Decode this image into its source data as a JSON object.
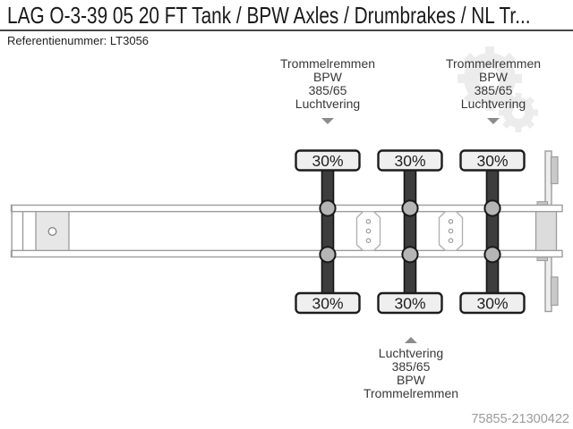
{
  "header": {
    "title": "LAG O-3-39 05 20 FT Tank / BPW Axles / Drumbrakes / NL Tr...",
    "reference_label": "Referentienummer:",
    "reference_value": "LT3056"
  },
  "annotations": {
    "top_left": {
      "lines": [
        "Trommelremmen",
        "BPW",
        "385/65",
        "Luchtvering"
      ],
      "arrow": "down"
    },
    "top_right": {
      "lines": [
        "Trommelremmen",
        "BPW",
        "385/65",
        "Luchtvering"
      ],
      "arrow": "down"
    },
    "bottom": {
      "arrow": "up",
      "lines": [
        "Luchtvering",
        "385/65",
        "BPW",
        "Trommelremmen"
      ]
    }
  },
  "diagram": {
    "type": "trailer-axle-top-view",
    "axle_count": 3,
    "axles": [
      {
        "name": "axle-1",
        "load_front": "30%",
        "load_rear": "30%"
      },
      {
        "name": "axle-2",
        "load_front": "30%",
        "load_rear": "30%"
      },
      {
        "name": "axle-3",
        "load_front": "30%",
        "load_rear": "30%"
      }
    ]
  },
  "footer": {
    "listing_id": "75855-21300422"
  },
  "colors": {
    "title_text": "#1a1a1a",
    "rule": "#474747",
    "annotation_text": "#383838",
    "arrow_gray": "#8c8c8c",
    "chassis_outline": "#9c9c9c",
    "crossmember_outline": "#b2b2b2",
    "axle_beam_fill": "#3d3d3d",
    "suspension_circle_fill": "#b5b5b5",
    "wheel_box_fill": "#efefef",
    "wheel_box_outline": "#1c1c1c",
    "kingpin_plate_fill": "#e7e7e7",
    "rear_box_fill": "#dcdcdc",
    "listing_id_text": "#9b9b9b",
    "watermark": "#ececec"
  }
}
